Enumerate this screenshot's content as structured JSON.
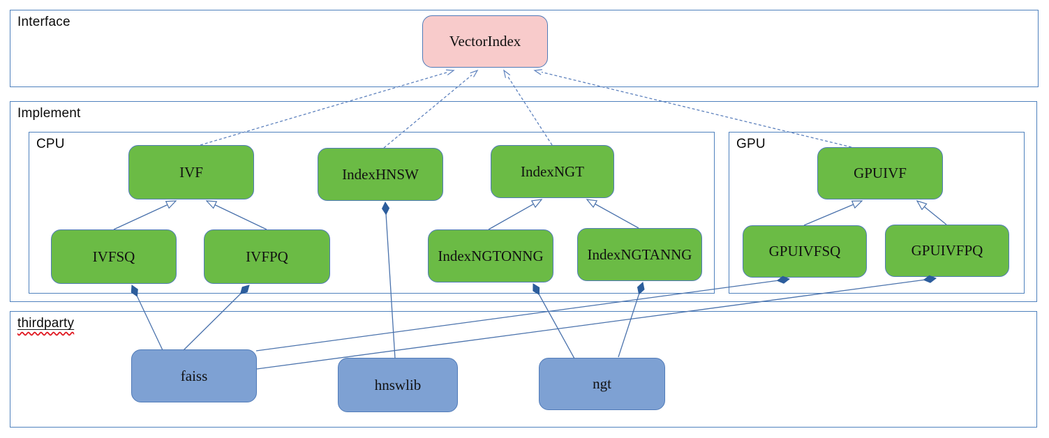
{
  "diagram": {
    "containers": {
      "interface": {
        "label": "Interface"
      },
      "implement": {
        "label": "Implement"
      },
      "cpu": {
        "label": "CPU"
      },
      "gpu": {
        "label": "GPU"
      },
      "thirdparty": {
        "label": "thirdparty",
        "spellcheck_squiggle": true
      }
    },
    "nodes": {
      "vectorindex": {
        "label": "VectorIndex",
        "group": "interface",
        "kind": "interface-class"
      },
      "ivf": {
        "label": "IVF",
        "group": "cpu",
        "kind": "implementation-class"
      },
      "indexhnsw": {
        "label": "IndexHNSW",
        "group": "cpu",
        "kind": "implementation-class"
      },
      "indexngt": {
        "label": "IndexNGT",
        "group": "cpu",
        "kind": "implementation-class"
      },
      "ivfsq": {
        "label": "IVFSQ",
        "group": "cpu",
        "kind": "implementation-class"
      },
      "ivfpq": {
        "label": "IVFPQ",
        "group": "cpu",
        "kind": "implementation-class"
      },
      "indexngtonng": {
        "label": "IndexNGTONNG",
        "group": "cpu",
        "kind": "implementation-class"
      },
      "indexngtanng": {
        "label": "IndexNGTANNG",
        "group": "cpu",
        "kind": "implementation-class"
      },
      "gpuivf": {
        "label": "GPUIVF",
        "group": "gpu",
        "kind": "implementation-class"
      },
      "gpuivfsq": {
        "label": "GPUIVFSQ",
        "group": "gpu",
        "kind": "implementation-class"
      },
      "gpuivfpq": {
        "label": "GPUIVFPQ",
        "group": "gpu",
        "kind": "implementation-class"
      },
      "faiss": {
        "label": "faiss",
        "group": "thirdparty",
        "kind": "library"
      },
      "hnswlib": {
        "label": "hnswlib",
        "group": "thirdparty",
        "kind": "library"
      },
      "ngt": {
        "label": "ngt",
        "group": "thirdparty",
        "kind": "library"
      }
    },
    "edges": [
      {
        "from": "IVF",
        "to": "VectorIndex",
        "type": "realization",
        "style": "dashed-open-arrow"
      },
      {
        "from": "IndexHNSW",
        "to": "VectorIndex",
        "type": "realization",
        "style": "dashed-open-arrow"
      },
      {
        "from": "IndexNGT",
        "to": "VectorIndex",
        "type": "realization",
        "style": "dashed-open-arrow"
      },
      {
        "from": "GPUIVF",
        "to": "VectorIndex",
        "type": "realization",
        "style": "dashed-open-arrow"
      },
      {
        "from": "IVFSQ",
        "to": "IVF",
        "type": "generalization",
        "style": "solid-hollow-triangle"
      },
      {
        "from": "IVFPQ",
        "to": "IVF",
        "type": "generalization",
        "style": "solid-hollow-triangle"
      },
      {
        "from": "IndexNGTONNG",
        "to": "IndexNGT",
        "type": "generalization",
        "style": "solid-hollow-triangle"
      },
      {
        "from": "IndexNGTANNG",
        "to": "IndexNGT",
        "type": "generalization",
        "style": "solid-hollow-triangle"
      },
      {
        "from": "GPUIVFSQ",
        "to": "GPUIVF",
        "type": "generalization",
        "style": "solid-hollow-triangle"
      },
      {
        "from": "GPUIVFPQ",
        "to": "GPUIVF",
        "type": "generalization",
        "style": "solid-hollow-triangle"
      },
      {
        "from": "faiss",
        "to": "IVFSQ",
        "type": "composition",
        "style": "solid-filled-diamond"
      },
      {
        "from": "faiss",
        "to": "IVFPQ",
        "type": "composition",
        "style": "solid-filled-diamond"
      },
      {
        "from": "faiss",
        "to": "GPUIVFSQ",
        "type": "composition",
        "style": "solid-filled-diamond"
      },
      {
        "from": "faiss",
        "to": "GPUIVFPQ",
        "type": "composition",
        "style": "solid-filled-diamond"
      },
      {
        "from": "hnswlib",
        "to": "IndexHNSW",
        "type": "composition",
        "style": "solid-filled-diamond"
      },
      {
        "from": "ngt",
        "to": "IndexNGTONNG",
        "type": "composition",
        "style": "solid-filled-diamond"
      },
      {
        "from": "ngt",
        "to": "IndexNGTANNG",
        "type": "composition",
        "style": "solid-filled-diamond"
      }
    ],
    "colors": {
      "interface_node_fill": "#f8cbcb",
      "implementation_node_fill": "#6bbb45",
      "library_node_fill": "#7ea1d3",
      "node_border": "#4f7ab8",
      "container_border": "#4f81bd",
      "connector_line": "#4a72ac",
      "dashed_line": "#5d81bd",
      "diamond_fill": "#2c5d9c",
      "spellcheck_squiggle": "#e01b24",
      "text": "#111111"
    }
  }
}
